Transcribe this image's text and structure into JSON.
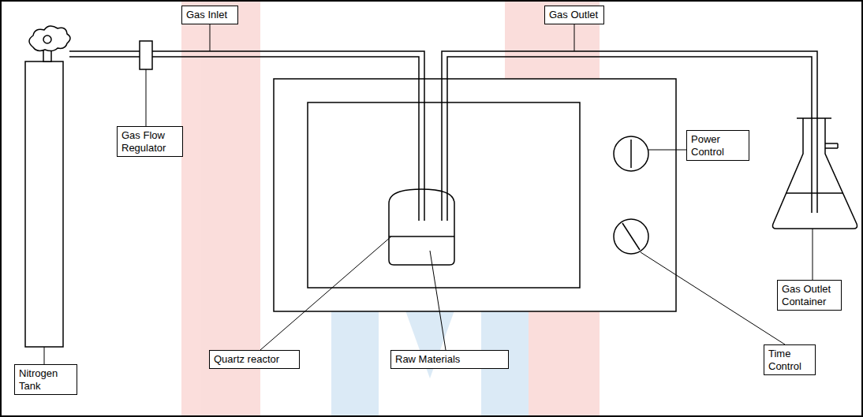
{
  "diagram": {
    "nodes": [
      {
        "text": [
          "Gas Inlet"
        ]
      },
      {
        "text": [
          "Gas Outlet"
        ]
      },
      {
        "text": [
          "Gas Flow Regulator"
        ]
      },
      {
        "text": [
          "Power Control"
        ]
      },
      {
        "text": [
          "Gas Outlet Container"
        ]
      },
      {
        "text": [
          "Quartz reactor"
        ]
      },
      {
        "text": [
          "Raw Materials"
        ]
      },
      {
        "text": [
          "Time Control"
        ]
      },
      {
        "text": [
          "Nitrogen Tank"
        ]
      }
    ]
  }
}
